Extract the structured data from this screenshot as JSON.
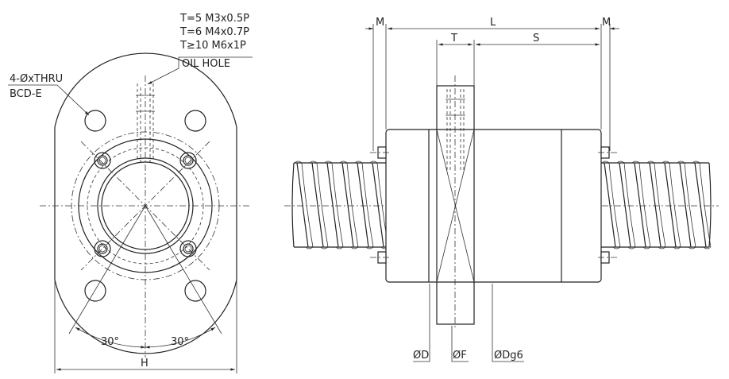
{
  "front_view": {
    "tap_spec_1": "T=5 M3x0.5P",
    "tap_spec_2": "T=6 M4x0.7P",
    "tap_spec_3": "T≥10 M6x1P",
    "oil_hole": "OIL HOLE",
    "holes_label": "4-ØxTHRU",
    "bcd_label": "BCD-E",
    "angle_left": "30°",
    "angle_right": "30°",
    "width_label": "H"
  },
  "side_view": {
    "m_left": "M",
    "length_label": "L",
    "m_right": "M",
    "t_label": "T",
    "s_label": "S",
    "d_label": "ØD",
    "f_label": "ØF",
    "dg6_label": "ØDg6"
  },
  "colors": {
    "line": "#222222",
    "background": "#ffffff"
  }
}
